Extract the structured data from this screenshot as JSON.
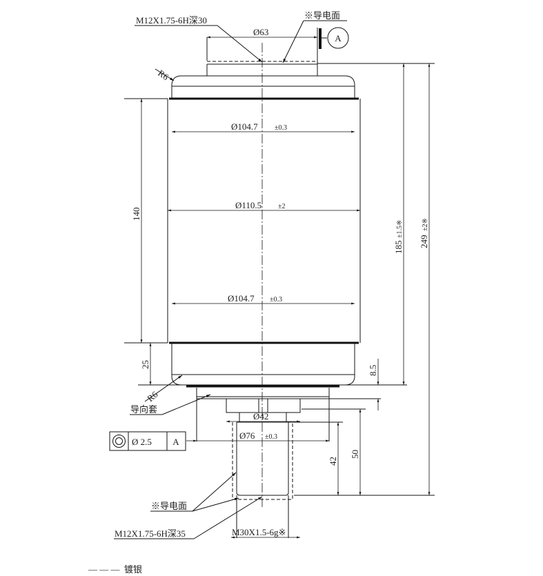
{
  "drawing": {
    "labels": {
      "top_thread": "M12X1.75-6H深30",
      "top_conductive_face": "※导电面",
      "datum": "A",
      "top_radius": "R6",
      "bottom_radius": "R6",
      "guide_sleeve": "导向套",
      "bottom_conductive_face": "※导电面",
      "bottom_thread": "M12X1.75-6H深35",
      "stem_thread": "M30X1.5-6g※"
    },
    "dimensions": {
      "d63": "Ø63",
      "d104_top": "Ø104.7",
      "d104_top_tol": "±0.3",
      "d110": "Ø110.5",
      "d110_tol": "±2",
      "d104_bot": "Ø104.7",
      "d104_bot_tol": "±0.3",
      "h140": "140",
      "h25": "25",
      "h185": "185",
      "h185_tol": "±1.5※",
      "h249": "249",
      "h249_tol": "±2※",
      "h8_5": "8.5",
      "d42": "Ø42",
      "d76": "Ø76",
      "d76_tol": "±0.3",
      "h42": "42",
      "h50": "50"
    },
    "tolerance_frame": {
      "symbol": "concentricity",
      "value": "Ø  2.5",
      "datum": "A"
    },
    "legend": {
      "line": "— — —",
      "text": "镀银"
    }
  }
}
